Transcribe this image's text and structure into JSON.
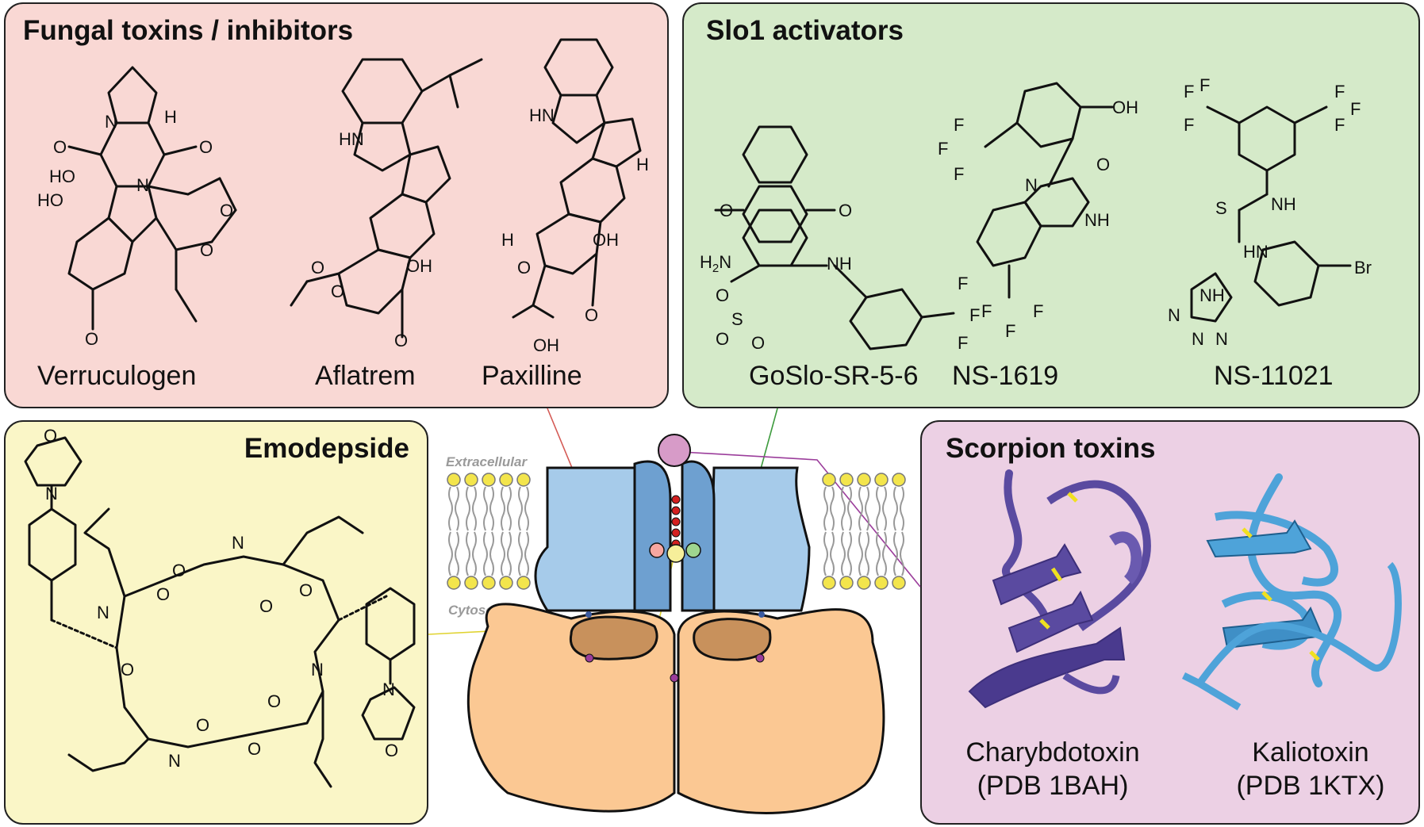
{
  "panels": {
    "fungal": {
      "title": "Fungal toxins / inhibitors",
      "compounds": [
        "Verruculogen",
        "Aflatrem",
        "Paxilline"
      ],
      "color": "#f9d8d4"
    },
    "slo1": {
      "title": "Slo1 activators",
      "compounds": [
        "GoSlo-SR-5-6",
        "NS-1619",
        "NS-11021"
      ],
      "color": "#d5eac9"
    },
    "emodepside": {
      "title": "Emodepside",
      "color": "#faf6c7"
    },
    "scorpion": {
      "title": "Scorpion toxins",
      "toxins": [
        {
          "name": "Charybdotoxin",
          "pdb": "(PDB 1BAH)"
        },
        {
          "name": "Kaliotoxin",
          "pdb": "(PDB 1KTX)"
        }
      ],
      "color": "#ecd0e4"
    }
  },
  "channel": {
    "extracellular_label": "Extracellular",
    "cytosol_label": "Cytosol",
    "colors": {
      "transmembrane": "#a6cbea",
      "pore_helix": "#6ea0d0",
      "cytosolic_domain": "#fbc893",
      "rck_core": "#c8915c",
      "lipid_head": "#f3e54c",
      "toxin_site": "#d79bc8"
    }
  },
  "atom_labels": [
    "N",
    "H",
    "O",
    "HO",
    "OH",
    "HN",
    "NH",
    "F",
    "Br",
    "S",
    "H2N"
  ]
}
